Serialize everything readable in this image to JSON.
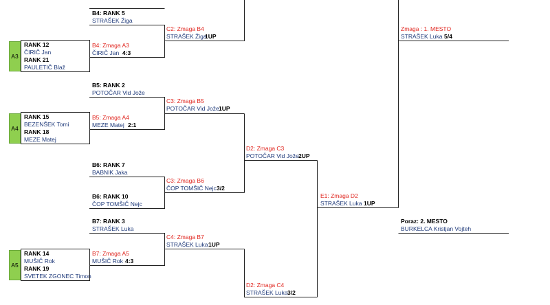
{
  "seeds": {
    "a3": {
      "label": "A3",
      "rank1": "RANK 12",
      "name1": "ČIRIČ Jan",
      "rank2": "RANK 21",
      "name2": "PAULETIČ Blaž"
    },
    "a4": {
      "label": "A4",
      "rank1": "RANK 15",
      "name1": "BEZENŠEK Tomi",
      "rank2": "RANK 18",
      "name2": "MEZE Matej"
    },
    "a5": {
      "label": "A5",
      "rank1": "RANK 14",
      "name1": "MUŠIČ Rok",
      "rank2": "RANK 19",
      "name2": "SVETEK ZGONEC Timon"
    }
  },
  "b_round": {
    "b4": {
      "head": "B4: RANK 5",
      "name": "STRAŠEK Žiga",
      "win_label": "B4: Zmaga A3",
      "win_name": "ČIRIČ Jan",
      "win_score": "4:3"
    },
    "b5": {
      "head": "B5: RANK 2",
      "name": "POTOČAR Vid Jože",
      "win_label": "B5: Zmaga A4",
      "win_name": "MEZE Matej",
      "win_score": "2:1"
    },
    "b6a": {
      "head": "B6: RANK 7",
      "name": "BABNIK Jaka"
    },
    "b6b": {
      "head": "B6: RANK 10",
      "name": "ČOP TOMŠIČ Nejc"
    },
    "b7": {
      "head": "B7: RANK 3",
      "name": "STRAŠEK Luka",
      "win_label": "B7: Zmaga A5",
      "win_name": "MUŠIČ Rok",
      "win_score": "4:3"
    }
  },
  "c_round": {
    "c2": {
      "label": "C2: Zmaga B4",
      "name": "STRAŠEK Žiga",
      "score": "1UP"
    },
    "c3a": {
      "label": "C3: Zmaga B5",
      "name": "POTOČAR Vid Jože",
      "score": "1UP"
    },
    "c3b": {
      "label": "C3: Zmaga B6",
      "name": "ČOP TOMŠIČ Nejc",
      "score": "3/2"
    },
    "c4": {
      "label": "C4: Zmaga B7",
      "name": "STRAŠEK Luka",
      "score": "1UP"
    }
  },
  "d_round": {
    "d2a": {
      "label": "D2: Zmaga C3",
      "name": "POTOČAR Vid Jože",
      "score": "2UP"
    },
    "d2b": {
      "label": "D2: Zmaga C4",
      "name": "STRAŠEK Luka",
      "score": "3/2"
    }
  },
  "e_round": {
    "e1": {
      "label": "E1: Zmaga D2",
      "name": "STRAŠEK Luka",
      "score": "1UP"
    }
  },
  "final": {
    "win_label": "Zmaga : 1. MESTO",
    "win_name": "STRAŠEK Luka",
    "win_score": "5/4",
    "lose_label": "Poraz: 2. MESTO",
    "lose_name": "BURKELCA Kristjan Vojteh"
  },
  "colors": {
    "seed_fill": "#8fcf4f",
    "win_text": "#e0261f",
    "name_text": "#1f3a7a",
    "line": "#222222"
  }
}
